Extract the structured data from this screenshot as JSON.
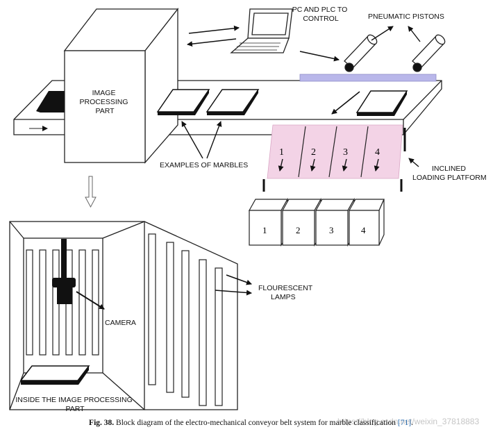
{
  "labels": {
    "image_processing_part": [
      "IMAGE",
      "PROCESSING",
      "PART"
    ],
    "pc_plc": [
      "PC AND PLC TO",
      "CONTROL"
    ],
    "pneumatic_pistons": "PNEUMATIC PISTONS",
    "examples_of_marbles": "EXAMPLES OF MARBLES",
    "inclined_loading_platform": [
      "INCLINED",
      "LOADING PLATFORM"
    ],
    "fluorescent_lamps": [
      "FLOURESCENT",
      "LAMPS"
    ],
    "camera": "CAMERA",
    "inside_image_processing": [
      "INSIDE THE IMAGE PROCESSING",
      "PART"
    ]
  },
  "platform_numbers": [
    "1",
    "2",
    "3",
    "4"
  ],
  "bin_numbers": [
    "1",
    "2",
    "3",
    "4"
  ],
  "caption": {
    "fig": "Fig. 38.",
    "text": "Block diagram of the electro-mechanical conveyor belt system for marble classification",
    "ref": "[71]",
    "end": "."
  },
  "watermark": "https://blog.csdn.net/weixin_37818883",
  "colors": {
    "platform_fill": "#f3d3e6",
    "piston_bar": "#b9b7ea",
    "caption_link": "#2a6db0"
  }
}
